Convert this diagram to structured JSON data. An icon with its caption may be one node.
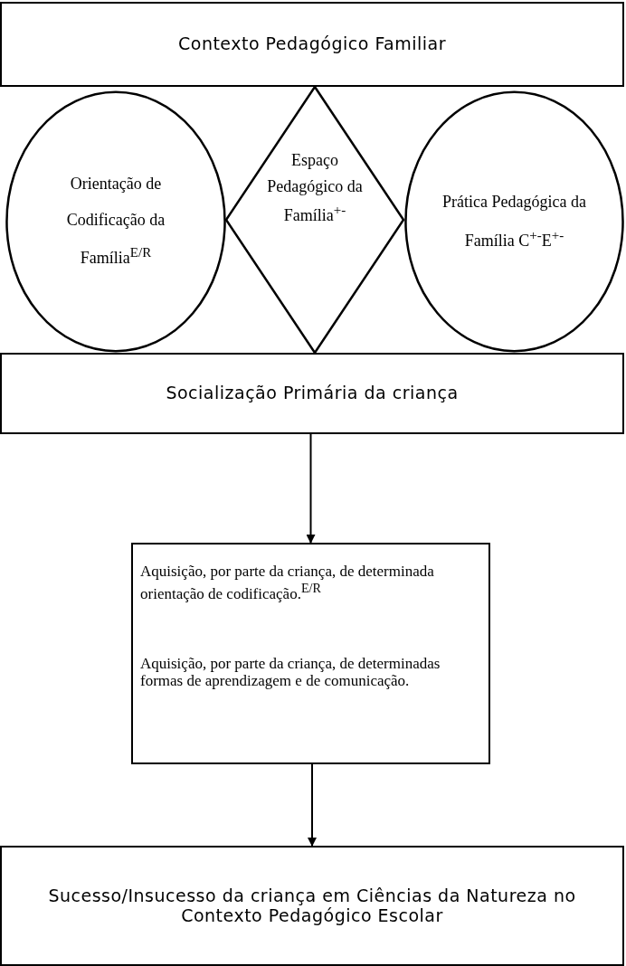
{
  "diagram": {
    "nodes": [
      {
        "text": [
          "Contexto Pedagógico Familiar"
        ]
      },
      {
        "text": [
          "Orientação de Codificação da Família$^{E/R}$"
        ]
      },
      {
        "text": [
          "Espaço Pedagógico da Família$^{+-}$"
        ]
      },
      {
        "text": [
          "Prática Pedagógica da Família C$^{+-}$E$^{+-}$"
        ]
      },
      {
        "text": [
          "Socialização Primária da criança"
        ]
      },
      {
        "text": [
          "Aquisição, por parte da criança, de determinada orientação de codificação.$^{E/R}$",
          "Aquisição, por parte da criança, de determinadas formas de aprendizagem e de comunicação."
        ]
      },
      {
        "text": [
          "Sucesso/Insucesso da criança em Ciências da Natureza no Contexto Pedagógico Escolar"
        ]
      }
    ],
    "edges": [
      {
        "from": 4,
        "to": 5,
        "arrow": "to"
      },
      {
        "from": 5,
        "to": 6,
        "arrow": "to"
      }
    ]
  }
}
